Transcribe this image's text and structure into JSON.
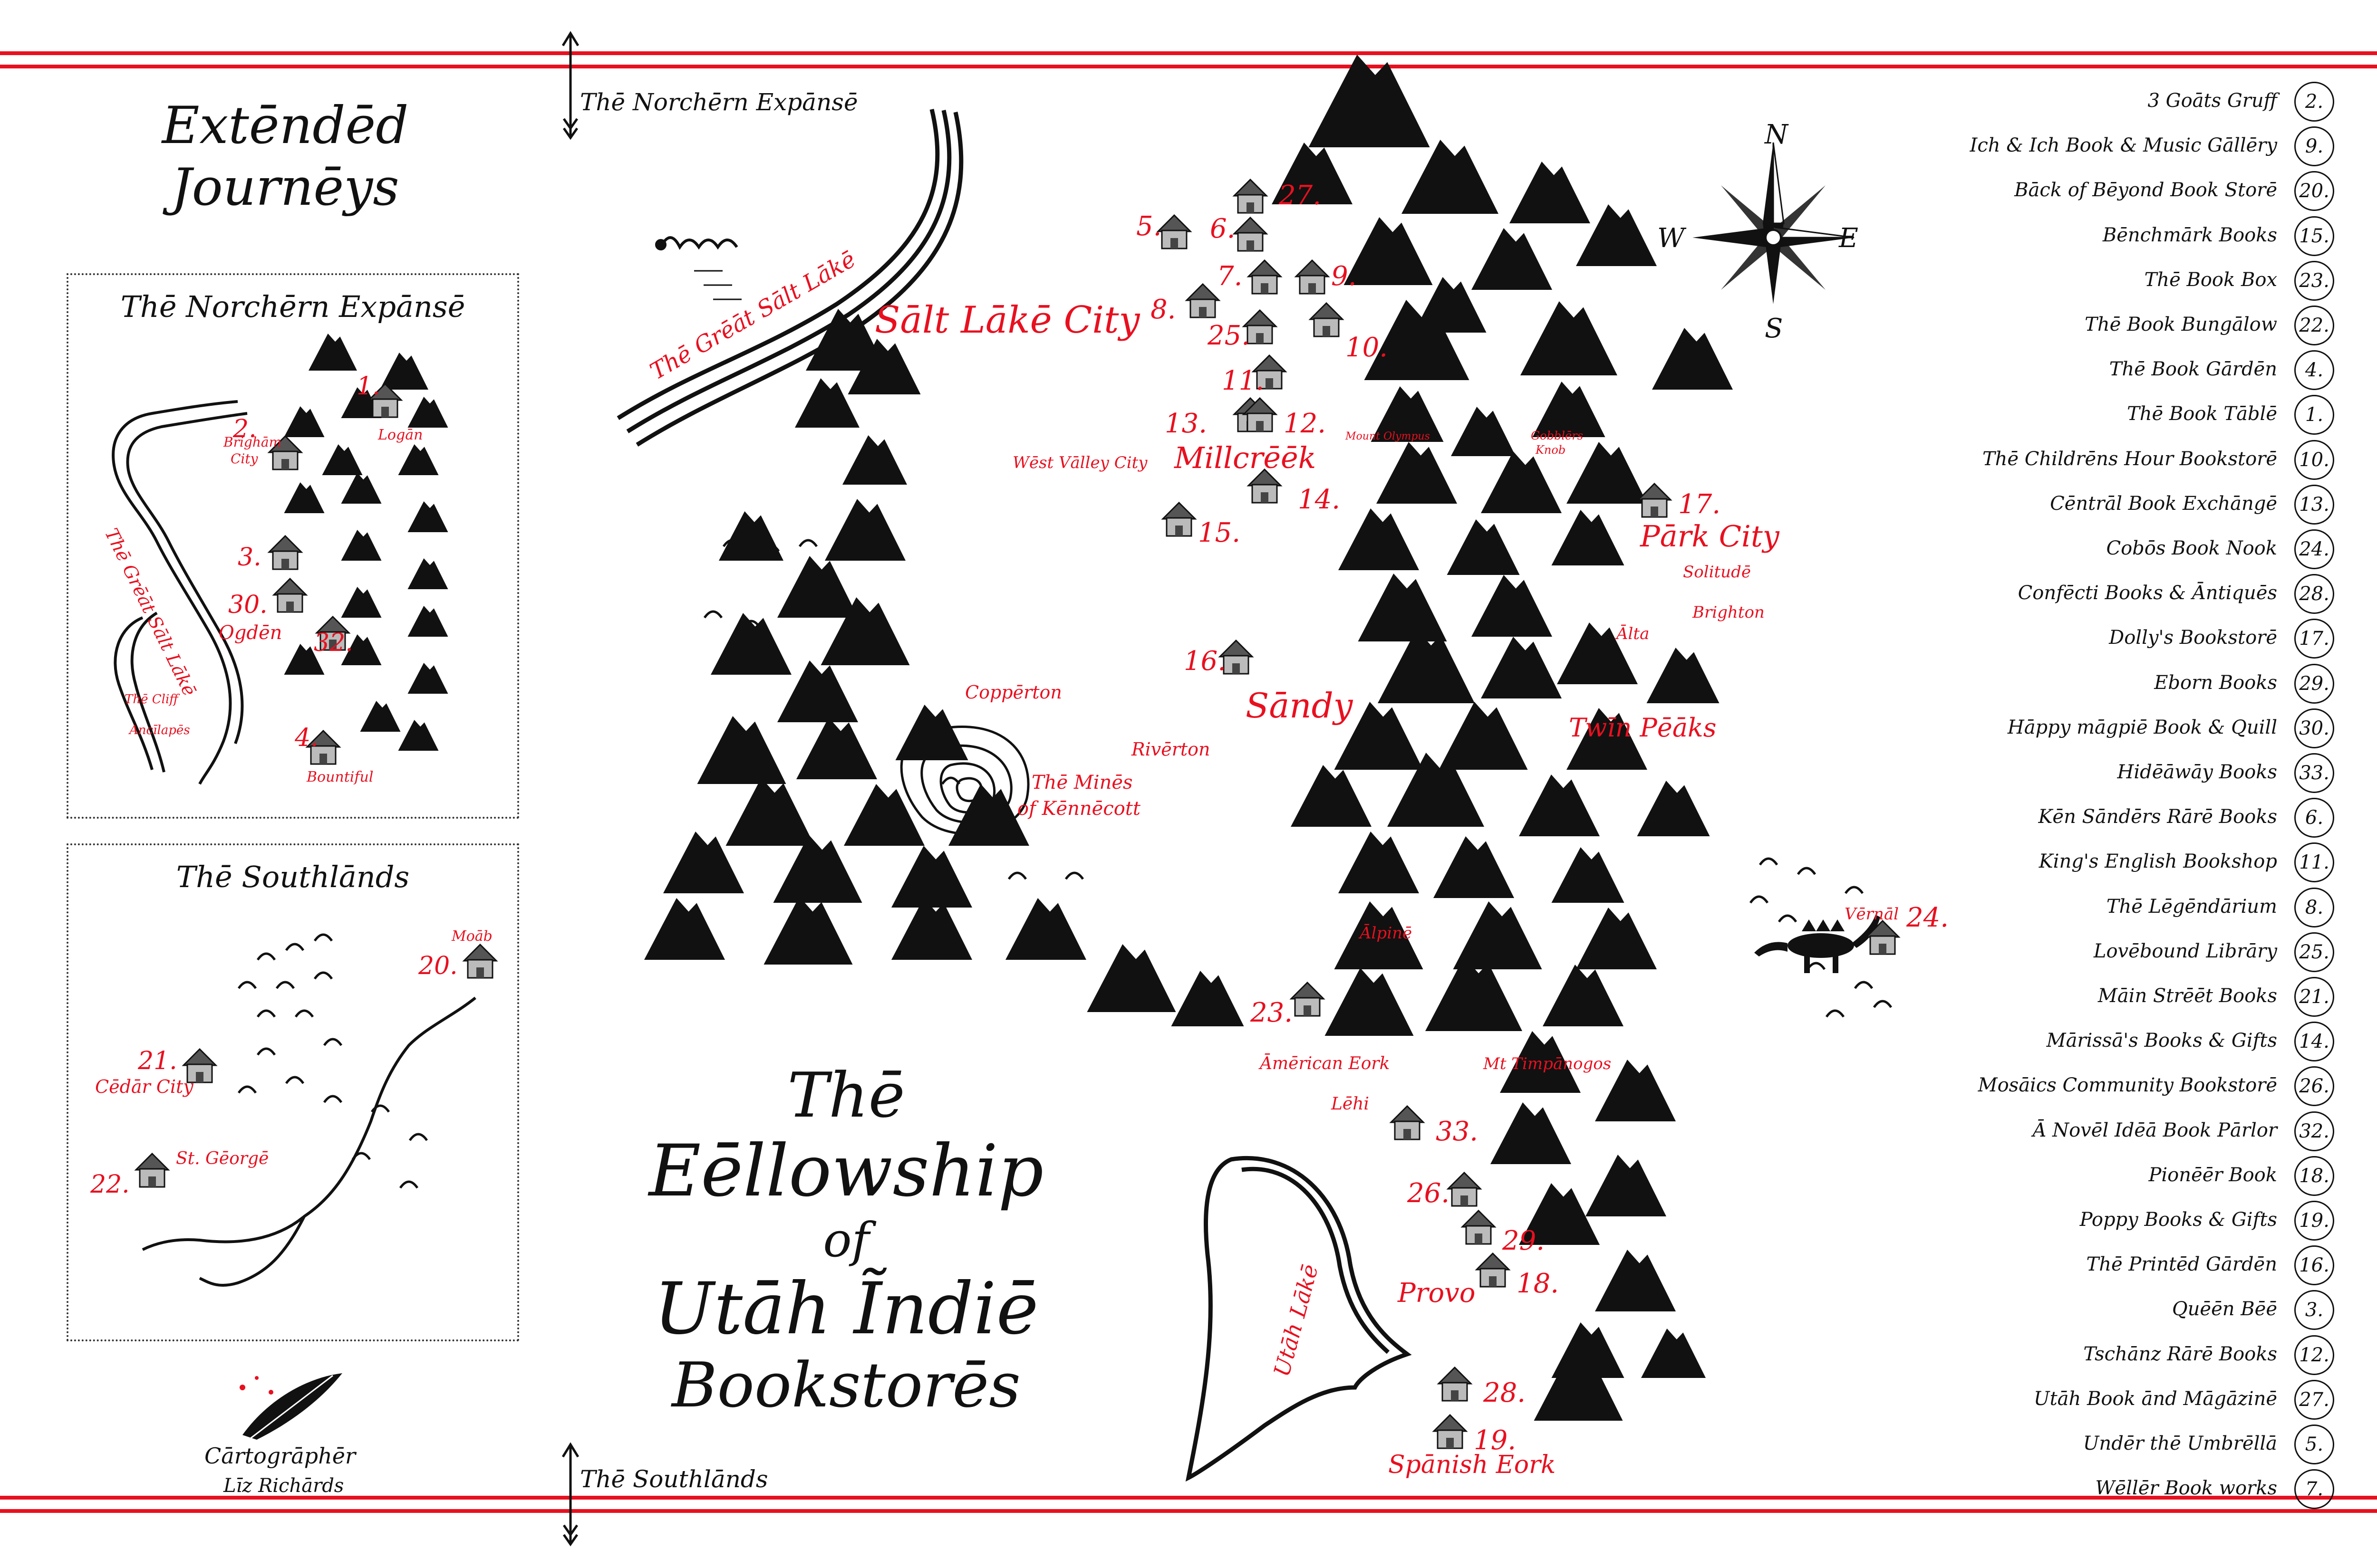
{
  "main_title": {
    "line1": "Thē",
    "line2": "Eēllowship",
    "line3": "of",
    "line4": "Utāh Ĩndiē",
    "line5": "Bookstorēs"
  },
  "extended_journeys": {
    "line1": "Extēndēd",
    "line2": "Journēys"
  },
  "inset_north": {
    "title": "Thē Norchērn Expānsē",
    "lake_label": "Thē Grēāt Sālt Lākē",
    "cliff_label": "Thē Cliff of Ancīlapēs"
  },
  "inset_south": {
    "title": "Thē Southlānds"
  },
  "border": {
    "top_label": "Thē Norchērn Expānsē",
    "bottom_label": "Thē Southlānds"
  },
  "credit": {
    "line1": "Cārtogrāphēr",
    "line2": "Līz Richārds"
  },
  "compass": {
    "n": "N",
    "s": "S",
    "e": "E",
    "w": "W"
  },
  "colors": {
    "accent": "#e8101f",
    "ink": "#111111",
    "bldg": "#777777"
  },
  "cities": {
    "salt_lake_city": "Sālt Lākē City",
    "millcreek": "Millcrēēk",
    "sandy": "Sāndy",
    "park_city": "Pārk City",
    "twin_peaks": "Twīn Pēāks",
    "provo": "Provo",
    "spanish_fork": "Spānish Eork",
    "west_valley": "Wēst Vālley City",
    "copperton": "Coppērton",
    "riverton": "Rivērton",
    "mines": "Thē Minēs of Kēnnēcott",
    "solitude": "Solitudē",
    "brighton": "Brighton",
    "alta": "Ālta",
    "alpine": "Ālpinē",
    "american_fork": "Āmērican Eork",
    "lehi": "Lēhi",
    "mt_timpanogos": "Mt Timpānogos",
    "vernal": "Vērnāl",
    "gobblers_knob": "Gobblērs Knob",
    "mount_olympus": "Mount Olympus",
    "utah_lake": "Utāh Lākē",
    "brigham_city": "Brighām City",
    "logan": "Logān",
    "ogden": "Ogdēn",
    "bountiful": "Bountiful",
    "cedar_city": "Cēdār City",
    "st_george": "St. Gēorgē",
    "moab": "Moāb"
  },
  "markers": {
    "m5": "5.",
    "m6": "6.",
    "m27": "27.",
    "m7": "7.",
    "m9": "9.",
    "m8": "8.",
    "m25": "25.",
    "m10": "10.",
    "m11": "11.",
    "m13": "13.",
    "m12": "12.",
    "m14": "14.",
    "m15": "15.",
    "m17": "17.",
    "m16": "16.",
    "m24": "24.",
    "m23": "23.",
    "m33": "33.",
    "m26": "26.",
    "m29": "29.",
    "m18": "18.",
    "m28": "28.",
    "m19": "19.",
    "m1": "1.",
    "m2": "2.",
    "m3": "3.",
    "m30": "30.",
    "m32": "32.",
    "m4": "4.",
    "m20": "20.",
    "m21": "21.",
    "m22": "22."
  },
  "legend": [
    {
      "name": "3 Goāts Gruff",
      "num": "2."
    },
    {
      "name": "Ich & Ich Book & Music Gāllēry",
      "num": "9."
    },
    {
      "name": "Bāck of Bēyond Book Storē",
      "num": "20."
    },
    {
      "name": "Bēnchmārk Books",
      "num": "15."
    },
    {
      "name": "Thē Book Box",
      "num": "23."
    },
    {
      "name": "Thē Book Bungālow",
      "num": "22."
    },
    {
      "name": "Thē Book Gārdēn",
      "num": "4."
    },
    {
      "name": "Thē Book Tāblē",
      "num": "1."
    },
    {
      "name": "Thē Childrēns Hour Bookstorē",
      "num": "10."
    },
    {
      "name": "Cēntrāl Book Exchāngē",
      "num": "13."
    },
    {
      "name": "Cobōs Book Nook",
      "num": "24."
    },
    {
      "name": "Confēcti Books & Āntiquēs",
      "num": "28."
    },
    {
      "name": "Dolly's Bookstorē",
      "num": "17."
    },
    {
      "name": "Eborn Books",
      "num": "29."
    },
    {
      "name": "Hāppy māgpiē Book & Quill",
      "num": "30."
    },
    {
      "name": "Hidēāwāy Books",
      "num": "33."
    },
    {
      "name": "Kēn Sāndērs Rārē Books",
      "num": "6."
    },
    {
      "name": "King's English Bookshop",
      "num": "11."
    },
    {
      "name": "Thē Lēgēndārium",
      "num": "8."
    },
    {
      "name": "Lovēbound Librāry",
      "num": "25."
    },
    {
      "name": "Māin Strēēt Books",
      "num": "21."
    },
    {
      "name": "Mārissā's Books & Gifts",
      "num": "14."
    },
    {
      "name": "Mosāics Community Bookstorē",
      "num": "26."
    },
    {
      "name": "Ā Novēl Idēā Book Pārlor",
      "num": "32."
    },
    {
      "name": "Pionēēr Book",
      "num": "18."
    },
    {
      "name": "Poppy Books & Gifts",
      "num": "19."
    },
    {
      "name": "Thē Printēd Gārdēn",
      "num": "16."
    },
    {
      "name": "Quēēn Bēē",
      "num": "3."
    },
    {
      "name": "Tschānz Rārē Books",
      "num": "12."
    },
    {
      "name": "Utāh Book ānd Māgāzinē",
      "num": "27."
    },
    {
      "name": "Undēr thē Umbrēllā",
      "num": "5."
    },
    {
      "name": "Wēllēr Book works",
      "num": "7."
    }
  ]
}
